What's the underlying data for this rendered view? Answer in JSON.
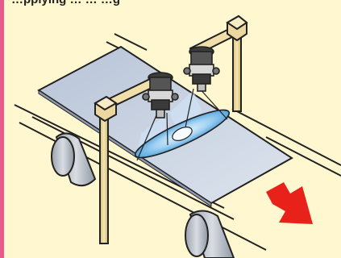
{
  "figure": {
    "caption_partial": "…pplying … … …g",
    "colors": {
      "background": "#fff7cf",
      "border_left": "#e75b8c",
      "panel": "#c9d3e3",
      "frame": "#e9d59a",
      "spray": "#8ec6ee",
      "arrow": "#e8221b",
      "outline": "#222222"
    },
    "elements": [
      "conveyor-belt",
      "conveyor-rollers",
      "workpiece-panel",
      "gantry-frame",
      "spray-guns",
      "spray-pattern",
      "direction-arrow"
    ]
  }
}
